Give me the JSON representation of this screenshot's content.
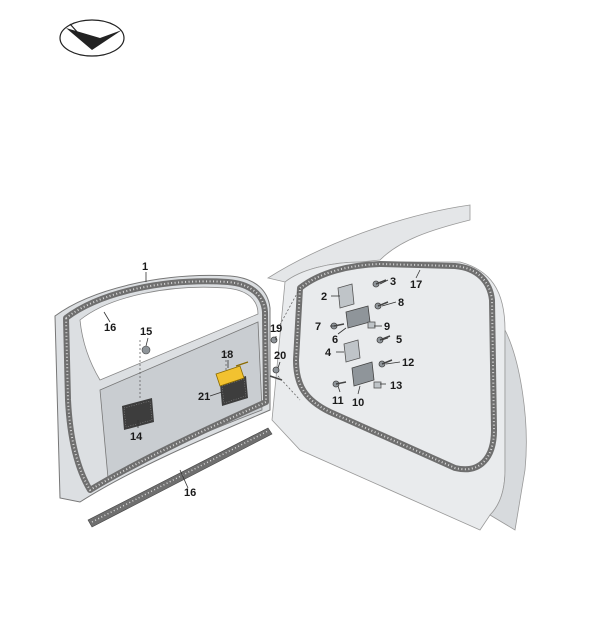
{
  "icons": {
    "orientation": "direction-arrow-icon"
  },
  "highlight_color": "#f2c230",
  "callouts": {
    "c1": "1",
    "c2": "2",
    "c3": "3",
    "c4": "4",
    "c5": "5",
    "c6": "6",
    "c7": "7",
    "c8": "8",
    "c9": "9",
    "c10": "10",
    "c11": "11",
    "c12": "12",
    "c13": "13",
    "c14": "14",
    "c15": "15",
    "c16a": "16",
    "c16b": "16",
    "c17": "17",
    "c18": "18",
    "c19": "19",
    "c20": "20",
    "c21": "21"
  }
}
